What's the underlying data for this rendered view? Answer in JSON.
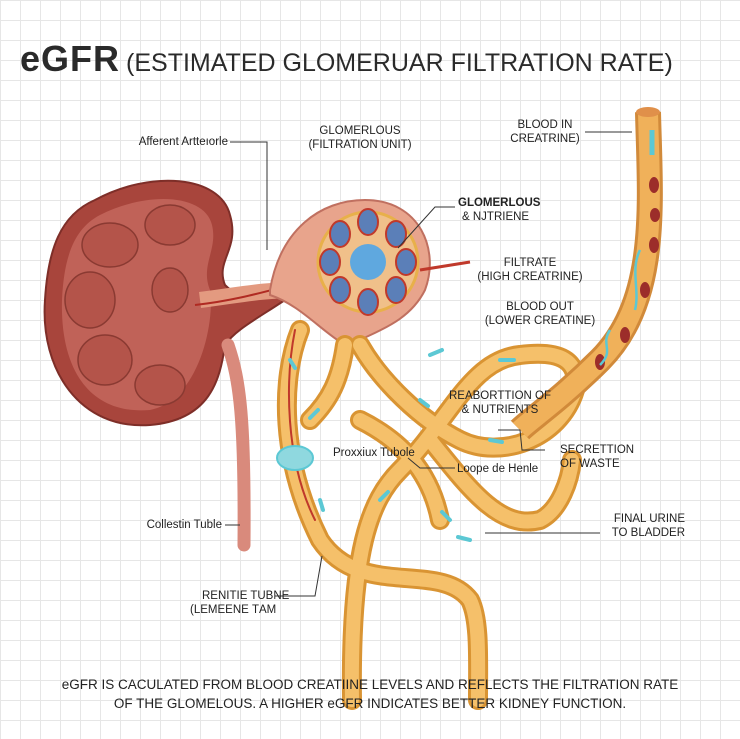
{
  "title": {
    "abbr": "eGFR",
    "full": "(ESTIMATED GLOMERUAR FILTRATION RATE)"
  },
  "labels": {
    "afferent": "Afferent Artteıorle",
    "glomerulus_unit": [
      "GLOMERLOUS",
      "(FILTRATION UNIT)"
    ],
    "glomerulus_nutrients": [
      "GLOMERLOUS",
      "& NJTRIENE"
    ],
    "blood_in": [
      "BLOOD IN",
      "CREATRINE)"
    ],
    "filtrate": [
      "FILTRATE",
      "(HIGH CREATRINE)"
    ],
    "blood_out": [
      "BLOOD OUT",
      "(LOWER CREATINE)"
    ],
    "reabsorption": [
      "REABORTTION OF",
      "& NUTRIENTS"
    ],
    "secretion": [
      "SECRETTION",
      "OF WASTE"
    ],
    "proximal": "Proxxiux Tubole",
    "loop": "Loope de Henle",
    "final_urine": [
      "FINAL URINE",
      "TO BLADDER"
    ],
    "collecting": "Collestin Tuble",
    "renal_tube": [
      "RENITIE TUBNE",
      "(LEMEENE ΤAM"
    ]
  },
  "caption": [
    "eGFR IS CACULATED FROM BLOOD CREATIINE LEVELS AND REFLECTS THE FILTRATION RATE",
    "OF THE GLOMELOUS. A HIGHER eGFR INDICATES BETTER KIDNEY FUNCTION."
  ],
  "colors": {
    "kidney": "#a8453c",
    "tubule": "#f2b654",
    "water": "#5cc8d4",
    "vessel": "#c0392b",
    "glomerulus": "#5b7fb8"
  }
}
